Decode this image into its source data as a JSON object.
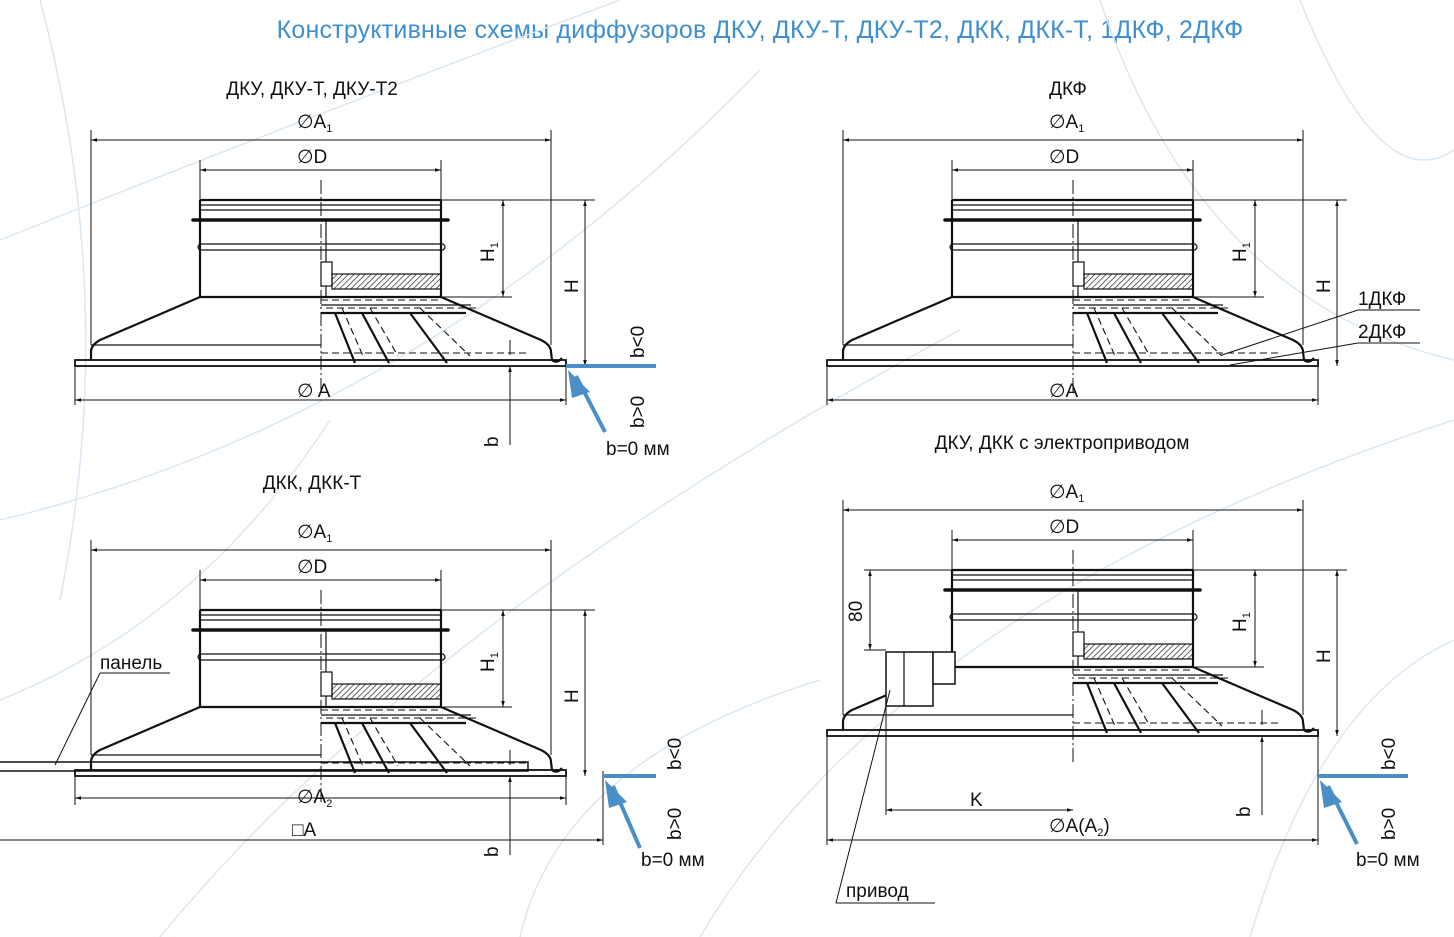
{
  "title": "Конструктивные схемы диффузоров ДКУ, ДКУ-Т, ДКУ-Т2, ДКК, ДКК-Т, 1ДКФ, 2ДКФ",
  "panels": [
    {
      "title": "ДКУ, ДКУ-Т, ДКУ-Т2"
    },
    {
      "title": "ДКФ"
    },
    {
      "title": "ДКК, ДКК-Т"
    },
    {
      "title": "ДКУ, ДКК с электроприводом"
    }
  ],
  "dims": {
    "A1": "∅A",
    "A1_sub": "1",
    "D": "∅D",
    "H1": "H",
    "H1_sub": "1",
    "H": "H",
    "b": "b",
    "A": "∅ A",
    "A_plain": "∅A",
    "A2": "∅A",
    "A2_sub": "2",
    "squareA": "□A",
    "AA2": "∅A(A",
    "AA2_sub": "2",
    "AA2_close": ")",
    "K": "K",
    "h80": "80"
  },
  "notes": {
    "b_less": "b<0",
    "b_more": "b>0",
    "b_zero": "b=0 мм",
    "dkf1": "1ДКФ",
    "dkf2": "2ДКФ",
    "panel": "панель",
    "drive": "привод"
  },
  "colors": {
    "accent": "#3f8fcf",
    "line": "#111111"
  }
}
